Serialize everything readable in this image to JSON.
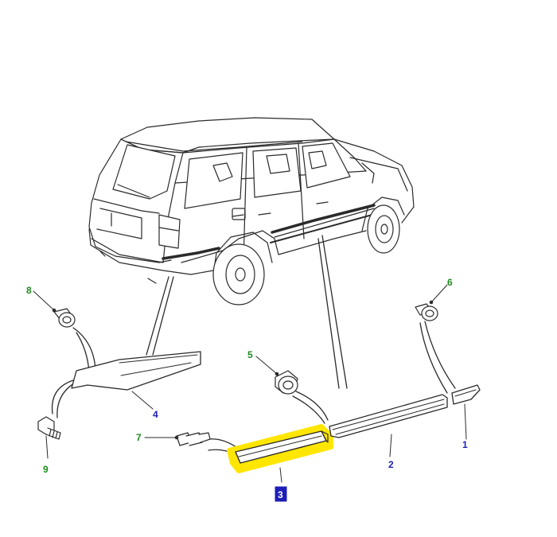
{
  "diagram": {
    "colors": {
      "line": "#2a2a2a",
      "callout_green": "#1f8a1f",
      "callout_blue": "#1d1db8",
      "highlight": "#ffe600"
    },
    "callouts": {
      "c1": "1",
      "c2": "2",
      "c3": "3",
      "c4": "4",
      "c5": "5",
      "c6": "6",
      "c7": "7",
      "c8": "8",
      "c9": "9"
    },
    "selected_callout": "3"
  }
}
